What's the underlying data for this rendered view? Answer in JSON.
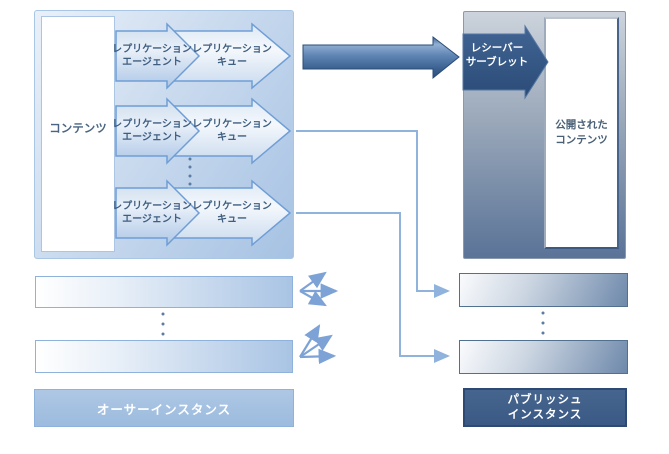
{
  "diagram_title": "",
  "author_section": {
    "content_box_label": "コンテンツ",
    "rows": [
      {
        "agent_line1": "レプリケーション",
        "agent_line2": "エージェント",
        "queue_line1": "レプリケーション",
        "queue_line2": "キュー"
      },
      {
        "agent_line1": "レプリケーション",
        "agent_line2": "エージェント",
        "queue_line1": "レプリケーション",
        "queue_line2": "キュー"
      },
      {
        "agent_line1": "レプリケーション",
        "agent_line2": "エージェント",
        "queue_line1": "レプリケーション",
        "queue_line2": "キュー"
      }
    ],
    "instance_label": "オーサーインスタンス"
  },
  "publish_section": {
    "receiver_line1": "レシーバー",
    "receiver_line2": "サーブレット",
    "published_box_line1": "公開された",
    "published_box_line2": "コンテンツ",
    "instance_label_line1": "パブリッシュ",
    "instance_label_line2": "インスタンス"
  },
  "colors": {
    "accent_dark_navy": "#2d5182",
    "accent_mid_blue": "#6f9ed6",
    "panel_light_blue": "#a6c2e3",
    "panel_slate": "#5a7397",
    "connector_blue": "#8fb3dd",
    "label_text": "#3f5e80"
  }
}
